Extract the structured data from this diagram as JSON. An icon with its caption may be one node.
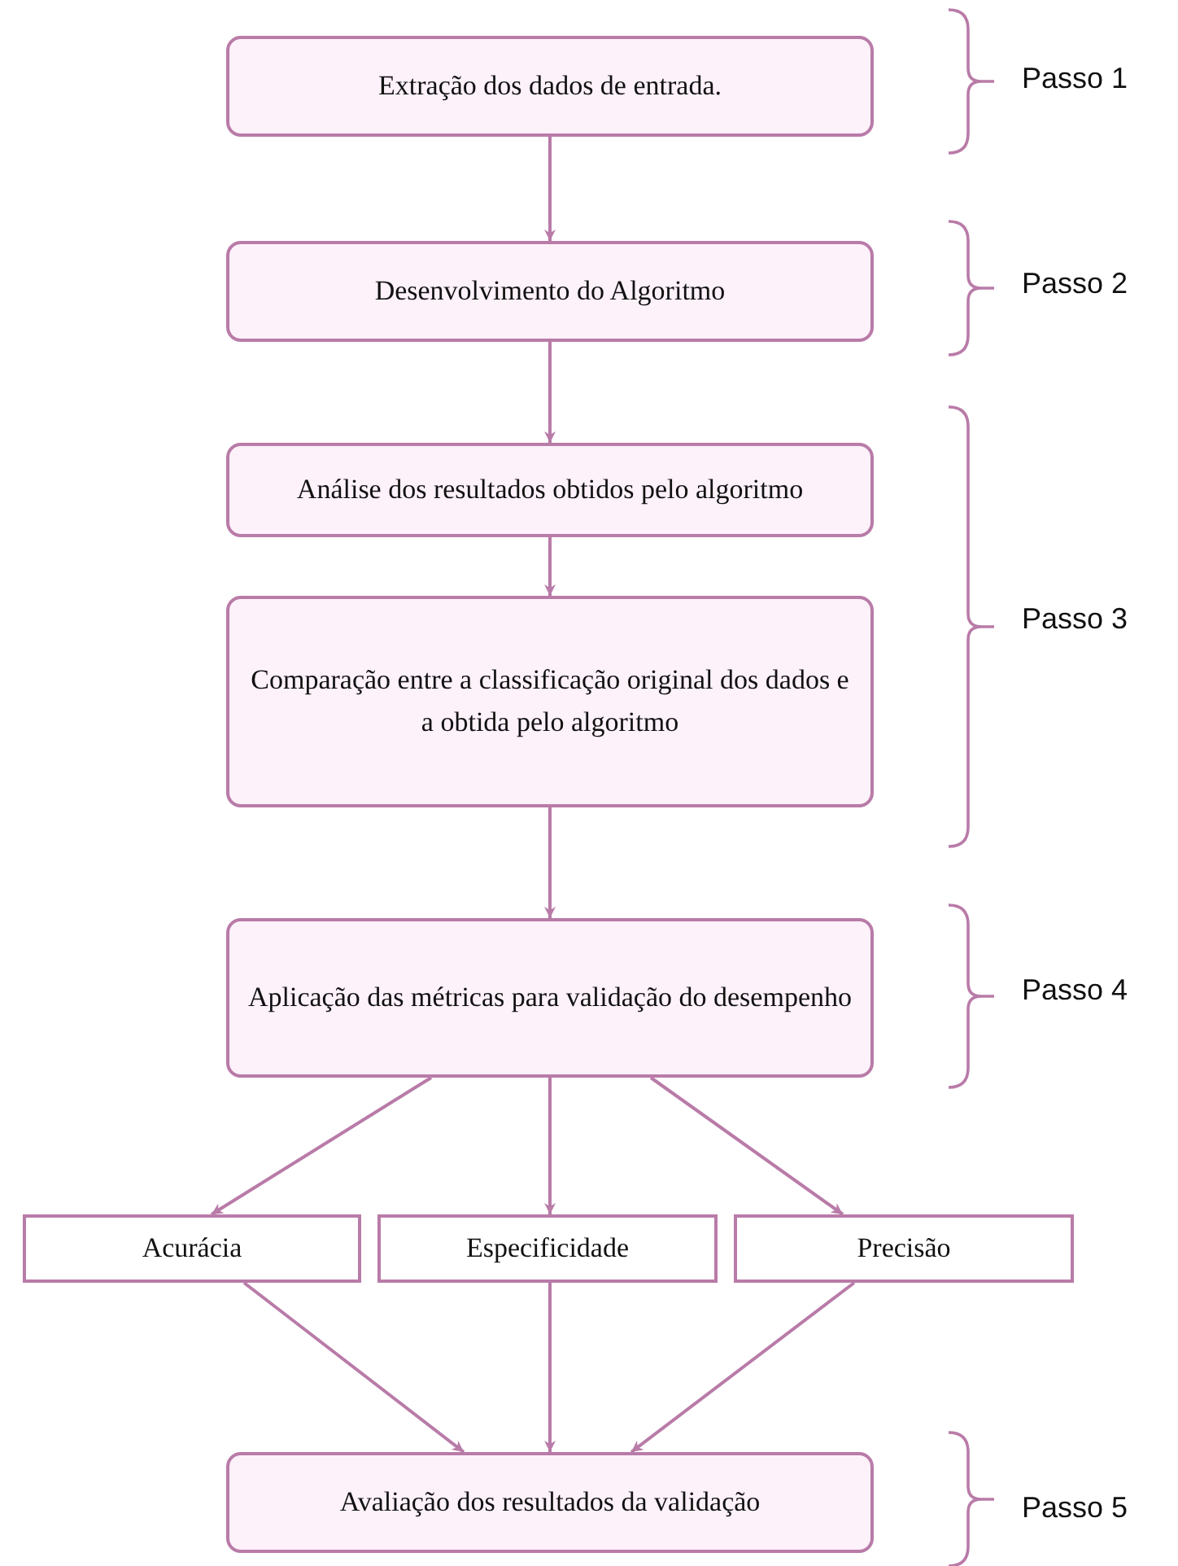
{
  "diagram": {
    "nodes": [
      {
        "text": [
          "Extração dos dados de entrada."
        ]
      },
      {
        "text": [
          "Desenvolvimento do Algoritmo"
        ]
      },
      {
        "text": [
          "Análise dos resultados obtidos pelo algoritmo"
        ]
      },
      {
        "text": [
          "Comparação entre a classificação original dos dados e a obtida pelo algoritmo"
        ]
      },
      {
        "text": [
          "Aplicação das métricas para validação do desempenho"
        ]
      },
      {
        "text": [
          "Acurácia"
        ]
      },
      {
        "text": [
          "Especificidade"
        ]
      },
      {
        "text": [
          "Precisão"
        ]
      },
      {
        "text": [
          "Avaliação dos resultados da validação"
        ]
      }
    ],
    "edges": [
      {
        "from": 0,
        "to": 1,
        "arrow": "to"
      },
      {
        "from": 1,
        "to": 2,
        "arrow": "to"
      },
      {
        "from": 2,
        "to": 3,
        "arrow": "to"
      },
      {
        "from": 3,
        "to": 4,
        "arrow": "to"
      },
      {
        "from": 4,
        "to": 5,
        "arrow": "to"
      },
      {
        "from": 4,
        "to": 6,
        "arrow": "to"
      },
      {
        "from": 4,
        "to": 7,
        "arrow": "to"
      },
      {
        "from": 5,
        "to": 8,
        "arrow": "to"
      },
      {
        "from": 6,
        "to": 8,
        "arrow": "to"
      },
      {
        "from": 7,
        "to": 8,
        "arrow": "to"
      }
    ],
    "labels": [
      "Passo 1",
      "Passo 2",
      "Passo 3",
      "Passo 4",
      "Passo 5"
    ]
  }
}
